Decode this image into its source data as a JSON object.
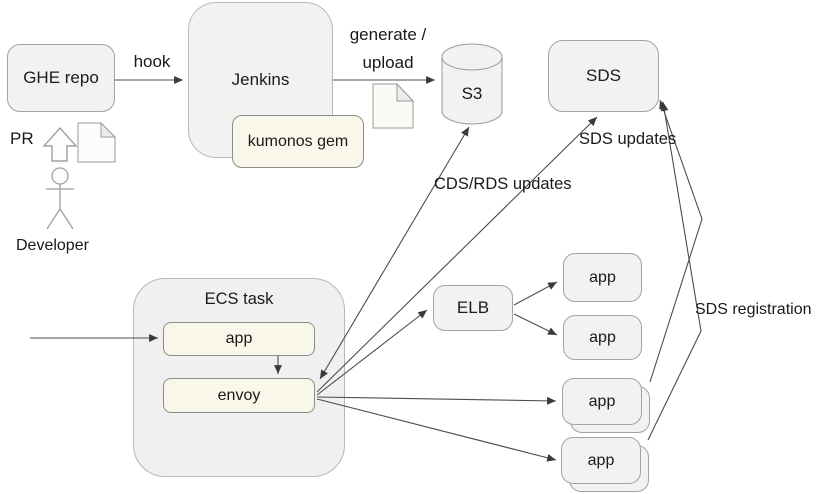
{
  "diagram": {
    "nodes": {
      "ghe_repo": {
        "label": "GHE repo"
      },
      "jenkins": {
        "label": "Jenkins"
      },
      "kumonos_gem": {
        "label": "kumonos gem"
      },
      "s3": {
        "label": "S3"
      },
      "sds": {
        "label": "SDS"
      },
      "ecs_task": {
        "label": "ECS task"
      },
      "ecs_app": {
        "label": "app"
      },
      "envoy": {
        "label": "envoy"
      },
      "elb": {
        "label": "ELB"
      },
      "app_top": {
        "label": "app"
      },
      "app_second": {
        "label": "app"
      },
      "app_stack_upper": {
        "label": "app"
      },
      "app_stack_lower": {
        "label": "app"
      }
    },
    "labels": {
      "hook": "hook",
      "generate_upload": [
        "generate /",
        "upload"
      ],
      "pr": "PR",
      "developer": "Developer",
      "cds_rds_updates": "CDS/RDS updates",
      "sds_updates": "SDS updates",
      "sds_registration": "SDS registration"
    },
    "icons": {
      "upload_arrow": "hollow-up-arrow",
      "pr_document": "document-page-folded-corner",
      "upload_document": "document-page-folded-corner",
      "developer": "stick-figure-person",
      "s3_shape": "database-cylinder"
    },
    "colors": {
      "box_fill": "#f2f2f2",
      "container_fill": "#f0f0f0",
      "cream_fill": "#f9f6ea",
      "box_border": "#a3a3a3",
      "container_border": "#b8b8b8",
      "cream_border": "#8c8c8c",
      "line": "#4d4d4d",
      "text": "#1a1a1a",
      "icon_stroke": "#9a9a9a"
    }
  }
}
